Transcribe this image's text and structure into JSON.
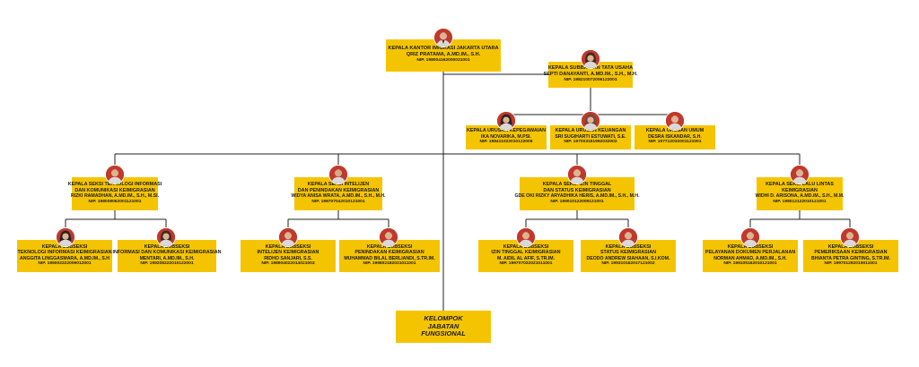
{
  "colors": {
    "box": "#f5c400",
    "line": "#222222",
    "avatar_male": "#c0392b",
    "avatar_female": "#b03a2e"
  },
  "nodes": {
    "kakanim": {
      "title": "KEPALA KANTOR IMIGRASI JAKARTA UTARA",
      "name": "QRIZ PRATAMA, A.Md.Im., S.H.",
      "nip": "NIP. 198004162000031001",
      "avatar": "male-officer-icon"
    },
    "kasubbag": {
      "title": "KEPALA SUBBAGIAN TATA USAHA",
      "name": "SEPTI DANAYANTI, A.Md.Im., S.H., M.H.",
      "nip": "NIP. 198210072006122001",
      "avatar": "female-officer-icon"
    },
    "kaur_peg": {
      "title": "KEPALA URUSAN KEPEGAWAIAN",
      "name": "IKA NOVARIKA, M.Psi.",
      "nip": "NIP. 198411022010122005",
      "avatar": "female-officer-icon"
    },
    "kaur_keu": {
      "title": "KEPALA URUSAN KEUANGAN",
      "name": "SRI SUGIHARTI ESTUWATI, S.E.",
      "nip": "NIP. 197003181992032002",
      "avatar": "female-officer-icon"
    },
    "kaur_umum": {
      "title": "KEPALA URUSAN UMUM",
      "name": "DESRA ISKANDAR, S.H.",
      "nip": "NIP. 197712032001121001",
      "avatar": "male-officer-icon"
    },
    "seksi_tik": {
      "title": "KEPALA SEKSI TEKNOLOGI INFORMASI",
      "title2": "DAN KOMUNIKASI KEIMIGRASIAN",
      "name": "RIZKI RAMADHAN, A.Md.Im., S.H., M.Si.",
      "nip": "NIP. 198008062001121001",
      "avatar": "male-officer-icon"
    },
    "seksi_intel": {
      "title": "KEPALA SEKSI INTELIJEN",
      "title2": "DAN PENINDAKAN KEIMIGRASIAN",
      "name": "WIDYA ANISA WRATA, A.Md.Im., S.H., M.H.",
      "nip": "NIP. 198707042010121001",
      "avatar": "male-officer-icon"
    },
    "seksi_izin": {
      "title": "KEPALA SEKSI IZIN TINGGAL",
      "title2": "DAN STATUS KEIMIGRASIAN",
      "name": "GDE OKI RIZKY ARYADHIKA HERIS, A.Md.Im., S.H., M.H.",
      "nip": "NIP. 199010122009121001",
      "avatar": "male-officer-icon"
    },
    "seksi_lalin": {
      "title": "KEPALA SEKSI LALU LINTAS",
      "title2": "KEIMIGRASIAN",
      "name": "WIDHI D. ARISONA, A.Md.Im., S.H., M.M.",
      "nip": "NIP. 198012122010121001",
      "avatar": "male-officer-icon"
    },
    "sub_tik1": {
      "title": "KEPALA SUBSEKSI",
      "title2": "TEKNOLOGI INFORMASI KEIMIGRASIAN",
      "name": "ANGGITA LINGGASMARA, A.Md.Im., S.H",
      "nip": "NIP. 199002222009012001",
      "avatar": "female-officer-icon"
    },
    "sub_tik2": {
      "title": "KEPALA SUBSEKSI",
      "title2": "INFORMASI DAN KOMUNIKASI KEIMIGRASIAN",
      "name": "MENTARI, A.Md.Im., S.H.",
      "nip": "NIP. 199208222010122001",
      "avatar": "female-officer-icon"
    },
    "sub_intel1": {
      "title": "KEPALA SUBSEKSI",
      "title2": "INTELIJEN KEIMIGRASIAN",
      "name": "RIDHO SANJARI, S.S.",
      "nip": "NIP. 198904022014021003",
      "avatar": "male-officer-icon"
    },
    "sub_intel2": {
      "title": "KEPALA SUBSEKSI",
      "title2": "PENINDAKAN KEIMIGRASIAN",
      "name": "MUHAMMAD BILAL BERLIANDI, S.Tr.Im.",
      "nip": "NIP. 199802182021011001",
      "avatar": "male-officer-icon"
    },
    "sub_izin1": {
      "title": "KEPALA SUBSEKSI",
      "title2": "IZIN TINGGAL KEIMIGRASIAN",
      "name": "M. AIDIL AL AFIF, S.Tr.Im.",
      "nip": "NIP. 199707022021011001",
      "avatar": "male-officer-icon"
    },
    "sub_izin2": {
      "title": "KEPALA SUBSEKSI",
      "title2": "STATUS KEIMIGRASIAN",
      "name": "DEODO ANDREW SIAHAAN, S.I.Kom.",
      "nip": "NIP. 199310162017121002",
      "avatar": "male-officer-icon"
    },
    "sub_lalin1": {
      "title": "KEPALA SUBSEKSI",
      "title2": "PELAYANAN DOKUMEN PERJALANAN",
      "name": "NORMAN AHMAD, A.Md.Im., S.H.",
      "nip": "NIP. 199105162010121001",
      "avatar": "male-officer-icon"
    },
    "sub_lalin2": {
      "title": "KEPALA SUBSEKSI",
      "title2": "PEMERIKSAAN KEIMIGRASIAN",
      "name": "BHIANTA PETRA GINTING, S.Tr.Im.",
      "nip": "NIP. 199701292019011001",
      "avatar": "male-officer-icon"
    }
  },
  "fungsional": {
    "line1": "KELOMPOK",
    "line2": "JABATAN",
    "line3": "FUNGSIONAL"
  }
}
